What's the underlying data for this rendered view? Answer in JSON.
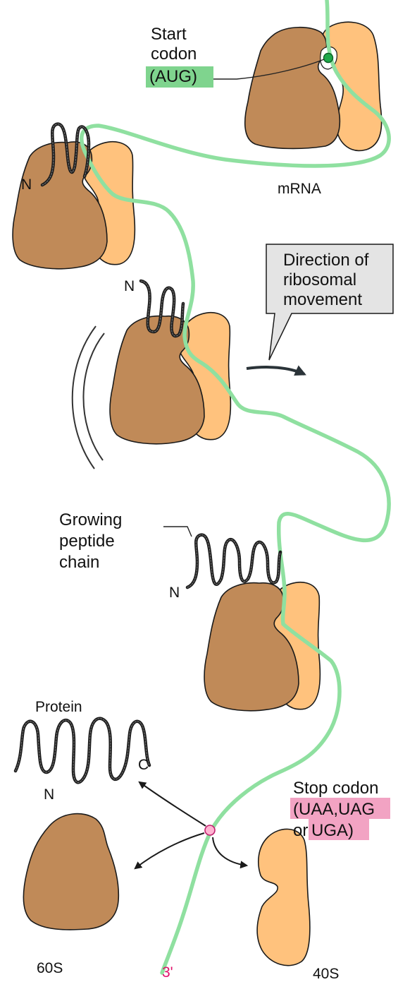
{
  "labels": {
    "start_codon_line1": "Start",
    "start_codon_line2": "codon",
    "start_codon_seq": "(AUG)",
    "mrna": "mRNA",
    "direction_line1": "Direction of",
    "direction_line2": "ribosomal",
    "direction_line3": "movement",
    "growing_line1": "Growing",
    "growing_line2": "peptide",
    "growing_line3": "chain",
    "protein": "Protein",
    "n_terminus": "N",
    "c_terminus": "C",
    "stop_codon_line1": "Stop codon",
    "stop_codon_seq1": "(UAA,UAG",
    "stop_codon_or": "or",
    "stop_codon_seq2": "UGA)",
    "large_subunit": "60S",
    "small_subunit": "40S",
    "three_prime": "3'"
  },
  "colors": {
    "mrna": "#8fe0a0",
    "start_codon_highlight": "#7fd48e",
    "start_codon_marker": "#1fa84a",
    "stop_codon_highlight": "#f2a3c3",
    "stop_codon_marker": "#ffb3d1",
    "three_prime": "#e0106a",
    "large_subunit": "#c08a58",
    "small_subunit": "#ffc27d",
    "peptide": "#1b1b1b",
    "callout_box": "#e4e4e4"
  },
  "icons": {
    "direction_arrow": "arrow-right-icon",
    "release_arrows": "arrow-icon"
  }
}
